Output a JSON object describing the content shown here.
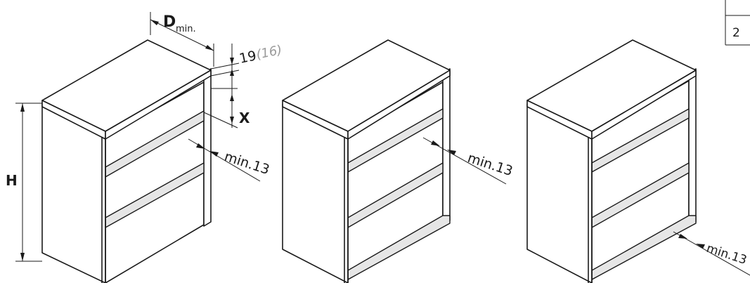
{
  "labels": {
    "depth_main": "D",
    "depth_sub": "min.",
    "top_thickness": "19",
    "top_thickness_alt": "(16)",
    "gap_x": "X",
    "height": "H",
    "clearance_1": "min.13",
    "clearance_2": "min.13",
    "clearance_3": "min.13",
    "table_cell": "2"
  },
  "colors": {
    "line": "#1a1a1a",
    "shelf_fill": "#e6e6e6",
    "alt_dimension": "#9a9a9a"
  }
}
